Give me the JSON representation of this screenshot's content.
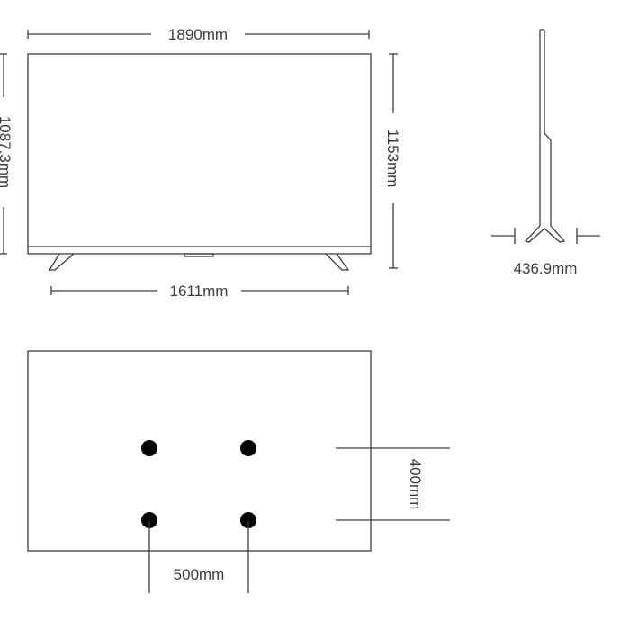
{
  "colors": {
    "line": "#3c3c3c",
    "text": "#3c3c3c",
    "hole": "#000000",
    "background": "#ffffff"
  },
  "front_view": {
    "width_label": "1890mm",
    "height_label": "1087.3mm",
    "height_with_stand_label": "1153mm",
    "stand_span_label": "1611mm"
  },
  "side_view": {
    "depth_label": "436.9mm"
  },
  "rear_view": {
    "vesa_vertical_label": "400mm",
    "vesa_horizontal_label": "500mm"
  }
}
